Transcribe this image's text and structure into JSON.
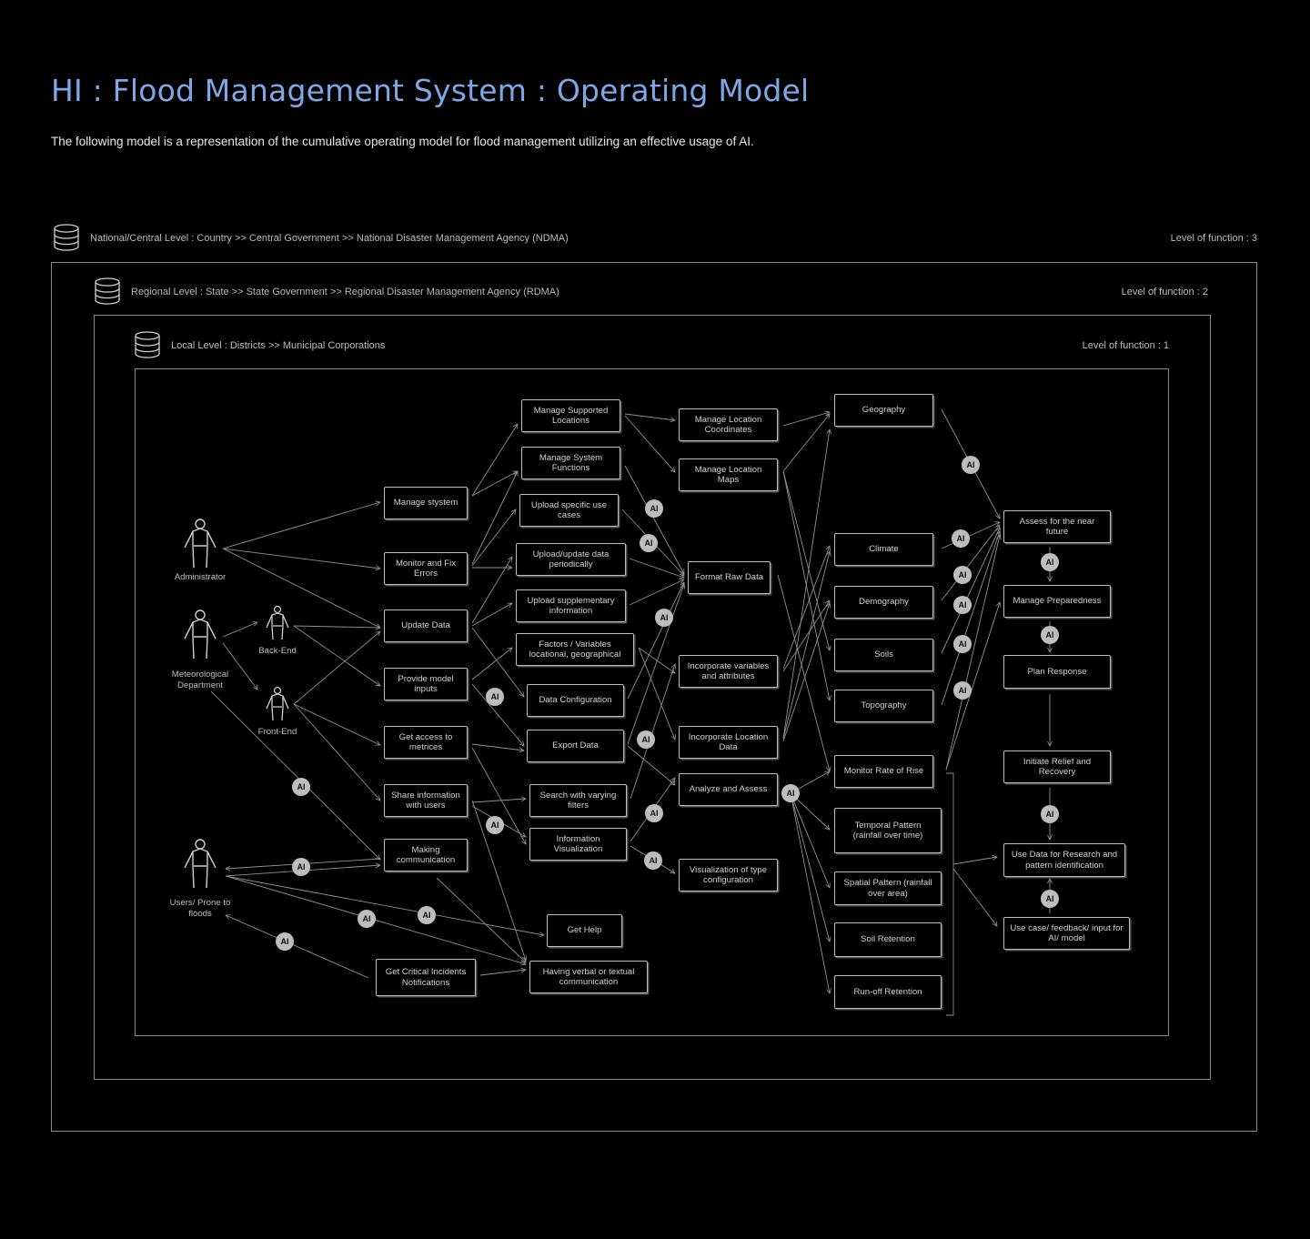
{
  "title": "HI : Flood Management System : Operating Model",
  "subtitle": "The following model is a representation of the cumulative operating model for flood management utilizing an effective usage of AI.",
  "levels": {
    "national": {
      "label": "National/Central Level : Country >> Central Government >> National Disaster Management Agency (NDMA)",
      "function": "Level of function : 3"
    },
    "regional": {
      "label": "Regional Level : State >> State Government >> Regional Disaster Management Agency (RDMA)",
      "function": "Level of function : 2"
    },
    "local": {
      "label": "Local Level : Districts >> Municipal Corporations",
      "function": "Level of function : 1"
    }
  },
  "actors": {
    "administrator": "Administrator",
    "meteorological": "Meteorological Department",
    "backend": "Back-End",
    "frontend": "Front-End",
    "users": "Users/ Prone to floods"
  },
  "nodes": {
    "manage_system": "Manage stystem",
    "monitor_fix": "Monitor and Fix Errors",
    "update_data": "Update Data",
    "provide_inputs": "Provide model inputs",
    "access_metrices": "Get access to metrices",
    "share_info": "Share information with users",
    "making_comm": "Making communication",
    "critical_notif": "Get Critical Incidents Notifications",
    "manage_locations": "Manage Supported Locations",
    "manage_functions": "Manage System Functions",
    "upload_use_cases": "Upload specific use cases",
    "upload_periodic": "Upload/update data periodically",
    "upload_supp": "Upload supplementary information",
    "factors": "Factors / Variables locational, geographical",
    "data_config": "Data Configuration",
    "export_data": "Export Data",
    "search_filters": "Search with varying filters",
    "info_vis": "Information Visualization",
    "get_help": "Get Help",
    "verbal_comm": "Having verbal or textual communication",
    "loc_coords": "Manage Location Coordinates",
    "loc_maps": "Manage Location Maps",
    "format_raw": "Format Raw Data",
    "incorp_vars": "Incorporate variables and attributes",
    "incorp_loc": "Incorporate Location Data",
    "analyze": "Analyze and Assess",
    "vis_type": "Visualization of type configuration",
    "geography": "Geography",
    "climate": "Climate",
    "demography": "Demography",
    "soils": "Soils",
    "topography": "Topography",
    "monitor_rise": "Monitor Rate of Rise",
    "temporal": "Temporal Pattern (rainfall over time)",
    "spatial": "Spatial Pattern (rainfall over area)",
    "soil_retention": "Soil Retention",
    "runoff": "Run-off Retention",
    "assess_future": "Assess for the near future",
    "preparedness": "Manage Preparedness",
    "plan_response": "Plan Response",
    "relief": "Initiate Relief and Recovery",
    "research": "Use Data for Research and pattern identification",
    "feedback": "Use case/ feedback/ input for AI/ model"
  },
  "ai_badge": "AI"
}
